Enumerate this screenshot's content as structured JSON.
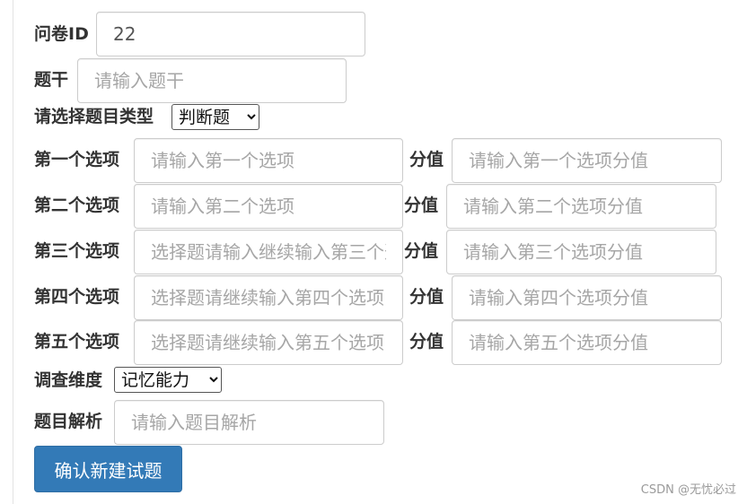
{
  "form": {
    "survey_id_label": "问卷ID",
    "survey_id_value": "22",
    "stem_label": "题干",
    "stem_placeholder": "请输入题干",
    "type_label": "请选择题目类型",
    "type_options": [
      "判断题"
    ],
    "type_selected": "判断题",
    "options": [
      {
        "label": "第一个选项",
        "placeholder": "请输入第一个选项",
        "score_label": "分值",
        "score_placeholder": "请输入第一个选项分值"
      },
      {
        "label": "第二个选项",
        "placeholder": "请输入第二个选项",
        "score_label": "分值",
        "score_placeholder": "请输入第二个选项分值"
      },
      {
        "label": "第三个选项",
        "placeholder": "选择题请输入继续输入第三个选项",
        "score_label": "分值",
        "score_placeholder": "请输入第三个选项分值"
      },
      {
        "label": "第四个选项",
        "placeholder": "选择题请继续输入第四个选项",
        "score_label": "分值",
        "score_placeholder": "请输入第四个选项分值"
      },
      {
        "label": "第五个选项",
        "placeholder": "选择题请继续输入第五个选项",
        "score_label": "分值",
        "score_placeholder": "请输入第五个选项分值"
      }
    ],
    "dimension_label": "调查维度",
    "dimension_options": [
      "记忆能力"
    ],
    "dimension_selected": "记忆能力",
    "analysis_label": "题目解析",
    "analysis_placeholder": "请输入题目解析",
    "submit_label": "确认新建试题"
  },
  "watermark": "CSDN @无忧必过",
  "colors": {
    "button": "#337ab7",
    "border": "#cccccc",
    "placeholder": "#a6a6a6"
  }
}
